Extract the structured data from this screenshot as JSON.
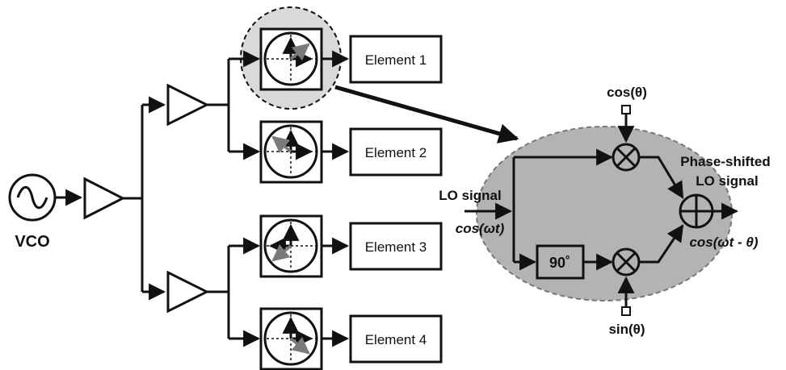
{
  "labels": {
    "vco": "VCO",
    "element_1": "Element 1",
    "element_2": "Element 2",
    "element_3": "Element 3",
    "element_4": "Element 4",
    "cos_theta": "cos(θ)",
    "sin_theta": "sin(θ)",
    "lo_signal_in": "LO signal",
    "lo_signal_in_expr": "cos(ωt)",
    "phase_shifted_line1": "Phase-shifted",
    "phase_shifted_line2": "LO signal",
    "output_expr": "cos(ωt - θ)",
    "ninety_degree": "90˚"
  },
  "colors": {
    "line": "#111111",
    "highlight_fill": "#d9d9d9",
    "detail_fill": "#b3b3b3",
    "vector_gray": "#7a7a7a"
  }
}
